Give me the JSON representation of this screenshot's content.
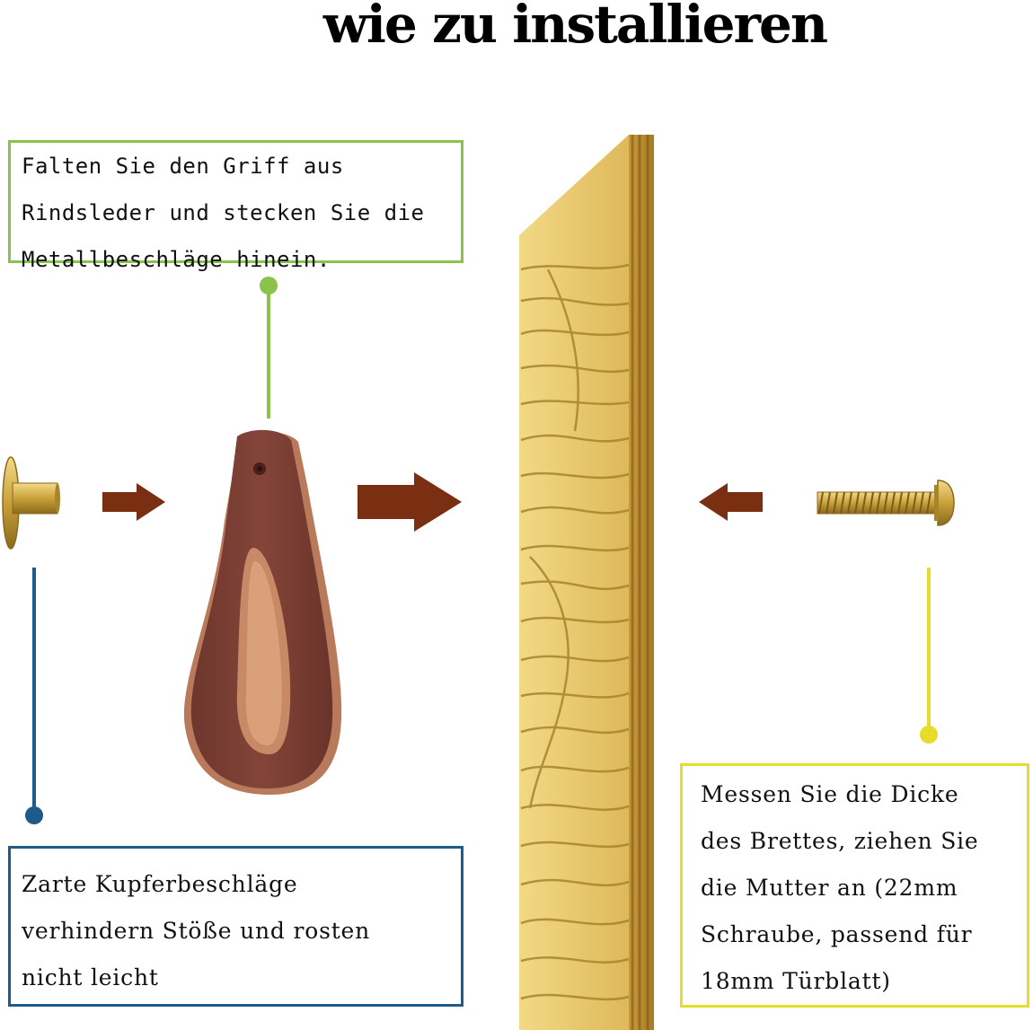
{
  "title": "wie zu installieren",
  "callouts": {
    "handle": {
      "lines": [
        "Falten Sie den Griff aus",
        "Rindsleder und stecken Sie die",
        "Metallbeschläge hinein."
      ],
      "color": "#8bc34a"
    },
    "fitting": {
      "lines": [
        "Zarte Kupferbeschläge",
        "verhindern Stöße und rosten",
        "nicht leicht"
      ],
      "color": "#1e5a8a"
    },
    "screw": {
      "lines": [
        "Messen Sie die Dicke",
        "des Brettes, ziehen Sie",
        "die Mutter an (22mm",
        "Schraube, passend für",
        "18mm Türblatt)"
      ],
      "color": "#e6dc2a"
    }
  },
  "colors": {
    "arrow": "#7a2e12",
    "leather": "#7b3f35",
    "leather_edge": "#b87a5a",
    "brass": "#c9a13a",
    "wood": "#e8c96a",
    "wood_grain": "#a8842d"
  }
}
